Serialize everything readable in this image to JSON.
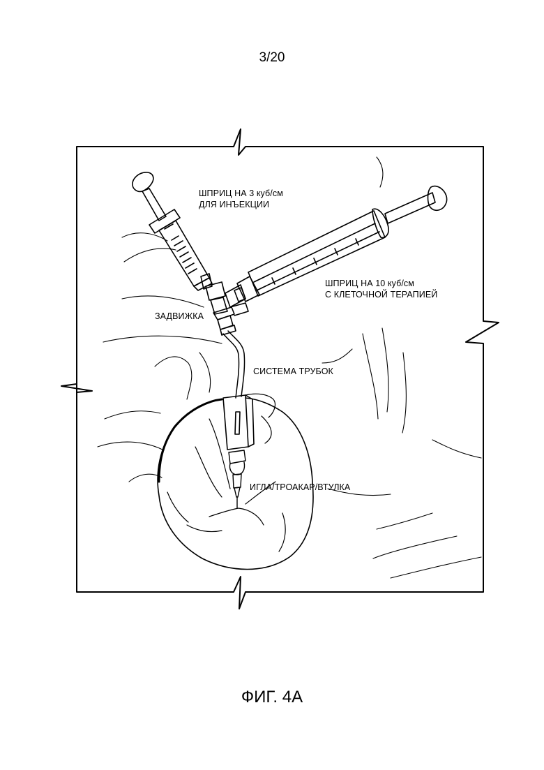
{
  "page": {
    "number": "3/20"
  },
  "labels": {
    "syringe_3cc_line1": "ШПРИЦ НА 3 куб/см",
    "syringe_3cc_line2": "ДЛЯ ИНЪЕКЦИИ",
    "syringe_10cc_line1": "ШПРИЦ НА 10 куб/см",
    "syringe_10cc_line2": "С КЛЕТОЧНОЙ ТЕРАПИЕЙ",
    "valve": "ЗАДВИЖКА",
    "tubing_system": "СИСТЕМА ТРУБОК",
    "needle_trocar_cannula": "ИГЛА/ТРОАКАР/ВТУЛКА"
  },
  "figure": {
    "caption": "ФИГ. 4А"
  }
}
